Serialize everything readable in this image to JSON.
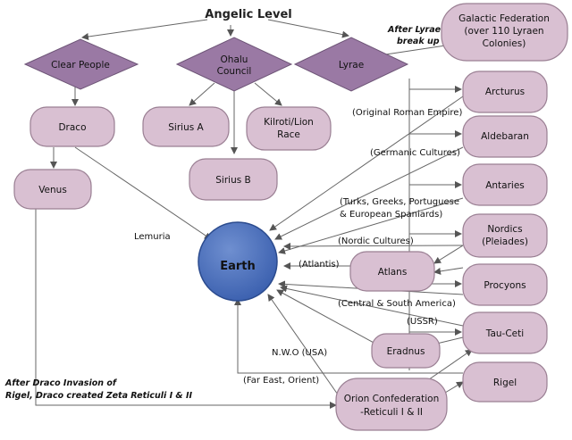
{
  "title": "Angelic Level",
  "notes": {
    "lyrae_breakup": [
      "After Lyrae",
      "break up"
    ],
    "draco_invasion": [
      "After Draco Invasion of",
      "Rigel, Draco created Zeta Reticuli I & II"
    ]
  },
  "nodes": {
    "clear_people": [
      "Clear People"
    ],
    "ohalu": [
      "Ohalu",
      "Council"
    ],
    "lyrae": [
      "Lyrae"
    ],
    "galactic": [
      "Galactic Federation",
      "(over 110 Lyraen",
      "Colonies)"
    ],
    "draco": [
      "Draco"
    ],
    "venus": [
      "Venus"
    ],
    "sirius_a": [
      "Sirius A"
    ],
    "kilroti": [
      "Kilroti/Lion",
      "Race"
    ],
    "sirius_b": [
      "Sirius B"
    ],
    "earth": [
      "Earth"
    ],
    "arcturus": [
      "Arcturus"
    ],
    "aldebaran": [
      "Aldebaran"
    ],
    "antaries": [
      "Antaries"
    ],
    "nordics": [
      "Nordics",
      "(Pleiades)"
    ],
    "atlans": [
      "Atlans"
    ],
    "procyons": [
      "Procyons"
    ],
    "tau_ceti": [
      "Tau-Ceti"
    ],
    "eradnus": [
      "Eradnus"
    ],
    "rigel": [
      "Rigel"
    ],
    "orion": [
      "Orion Confederation",
      "-Reticuli I & II"
    ]
  },
  "edge_labels": {
    "roman": [
      "(Original Roman Empire)"
    ],
    "germanic": [
      "(Germanic Cultures)"
    ],
    "turks": [
      "(Turks, Greeks, Portuguese",
      "& European Spaniards)"
    ],
    "nordic_cultures": [
      "(Nordic Cultures)"
    ],
    "atlantis": [
      "(Atlantis)"
    ],
    "central": [
      "(Central & South America)"
    ],
    "ussr": [
      "(USSR)"
    ],
    "nwo": [
      "N.W.O (USA)"
    ],
    "fareast": [
      "(Far East, Orient)"
    ],
    "lemuria": [
      "Lemuria"
    ]
  }
}
